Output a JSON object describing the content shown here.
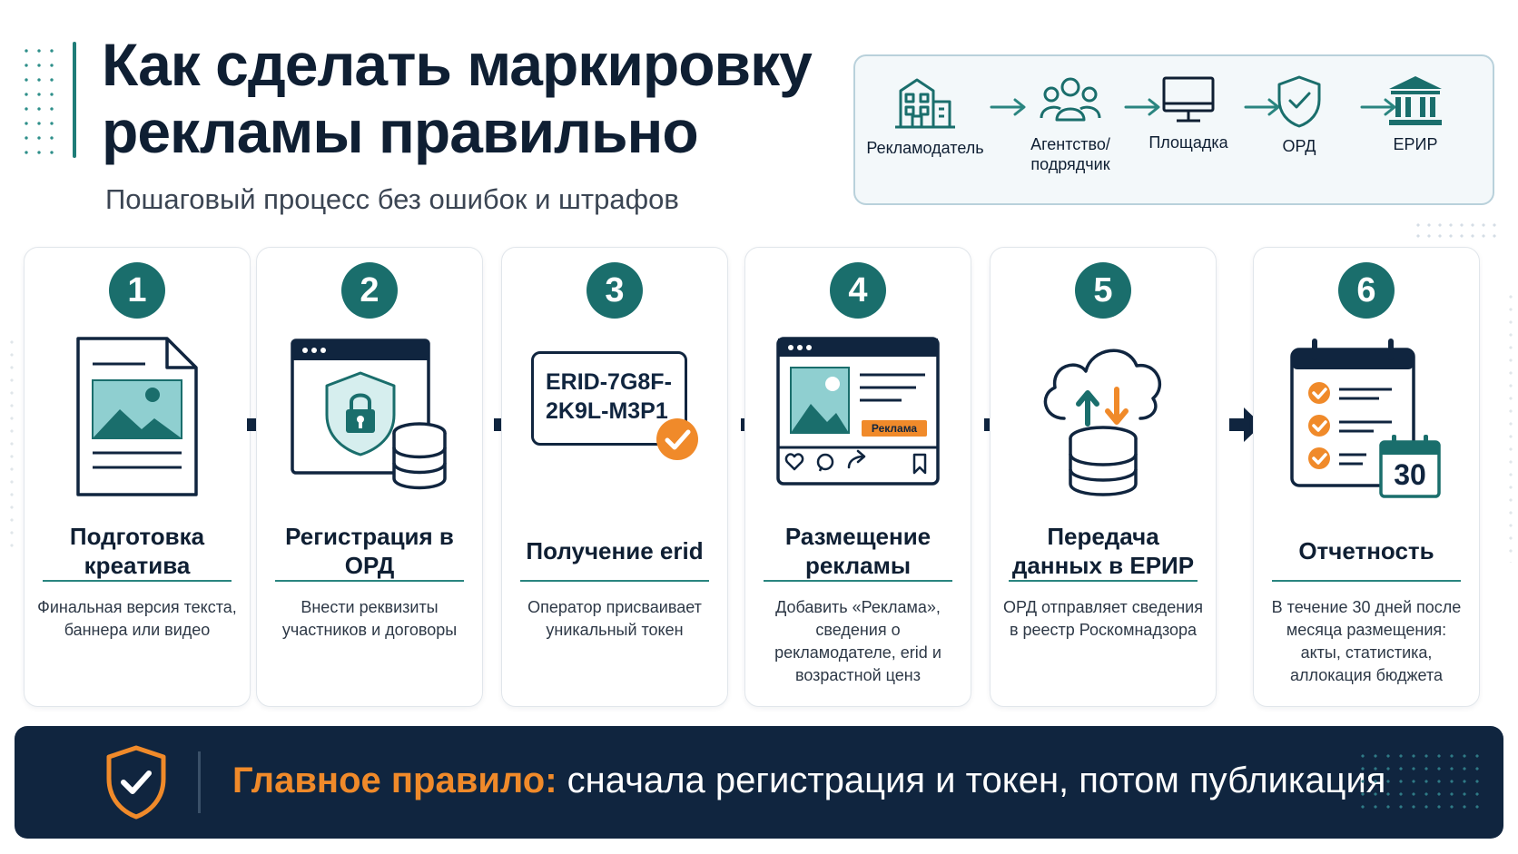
{
  "header": {
    "title": "Как сделать маркировку рекламы правильно",
    "subtitle": "Пошаговый процесс без ошибок и штрафов"
  },
  "flow": {
    "items": [
      {
        "label": "Рекламодатель",
        "icon": "building-icon"
      },
      {
        "label": "Агентство/ подрядчик",
        "icon": "people-icon"
      },
      {
        "label": "Площадка",
        "icon": "monitor-icon"
      },
      {
        "label": "ОРД",
        "icon": "shield-check-icon"
      },
      {
        "label": "ЕРИР",
        "icon": "institution-icon"
      }
    ]
  },
  "steps": [
    {
      "number": "1",
      "title": "Подготовка креатива",
      "description": "Финальная версия текста, баннера или видео",
      "icon": "document-image-icon"
    },
    {
      "number": "2",
      "title": "Регистрация в ОРД",
      "description": "Внести реквизиты участников и договоры",
      "icon": "browser-shield-lock-icon"
    },
    {
      "number": "3",
      "title": "Получение erid",
      "description": "Оператор присваивает уникальный токен",
      "icon": "token-card-icon",
      "token": "ERID-7G8F-2K9L-M3P1"
    },
    {
      "number": "4",
      "title": "Размещение рекламы",
      "description": "Добавить «Реклама», сведения о рекламодателе, erid и возрастной ценз",
      "icon": "ad-post-icon",
      "ad_badge": "Реклама"
    },
    {
      "number": "5",
      "title": "Передача данных в ЕРИР",
      "description": "ОРД отправляет сведения в реестр Роскомнадзора",
      "icon": "cloud-sync-icon"
    },
    {
      "number": "6",
      "title": "Отчетность",
      "description": "В течение 30 дней после месяца размещения: акты, статистика, аллокация бюджета",
      "icon": "checklist-calendar-icon",
      "calendar_day": "30"
    }
  ],
  "banner": {
    "key": "Главное правило:",
    "rest": "сначала регистрация и токен, потом публикация",
    "icon": "shield-check-icon"
  },
  "colors": {
    "teal": "#1a6e6c",
    "navy": "#10253f",
    "orange": "#f08a2a",
    "text": "#0f1f33"
  }
}
